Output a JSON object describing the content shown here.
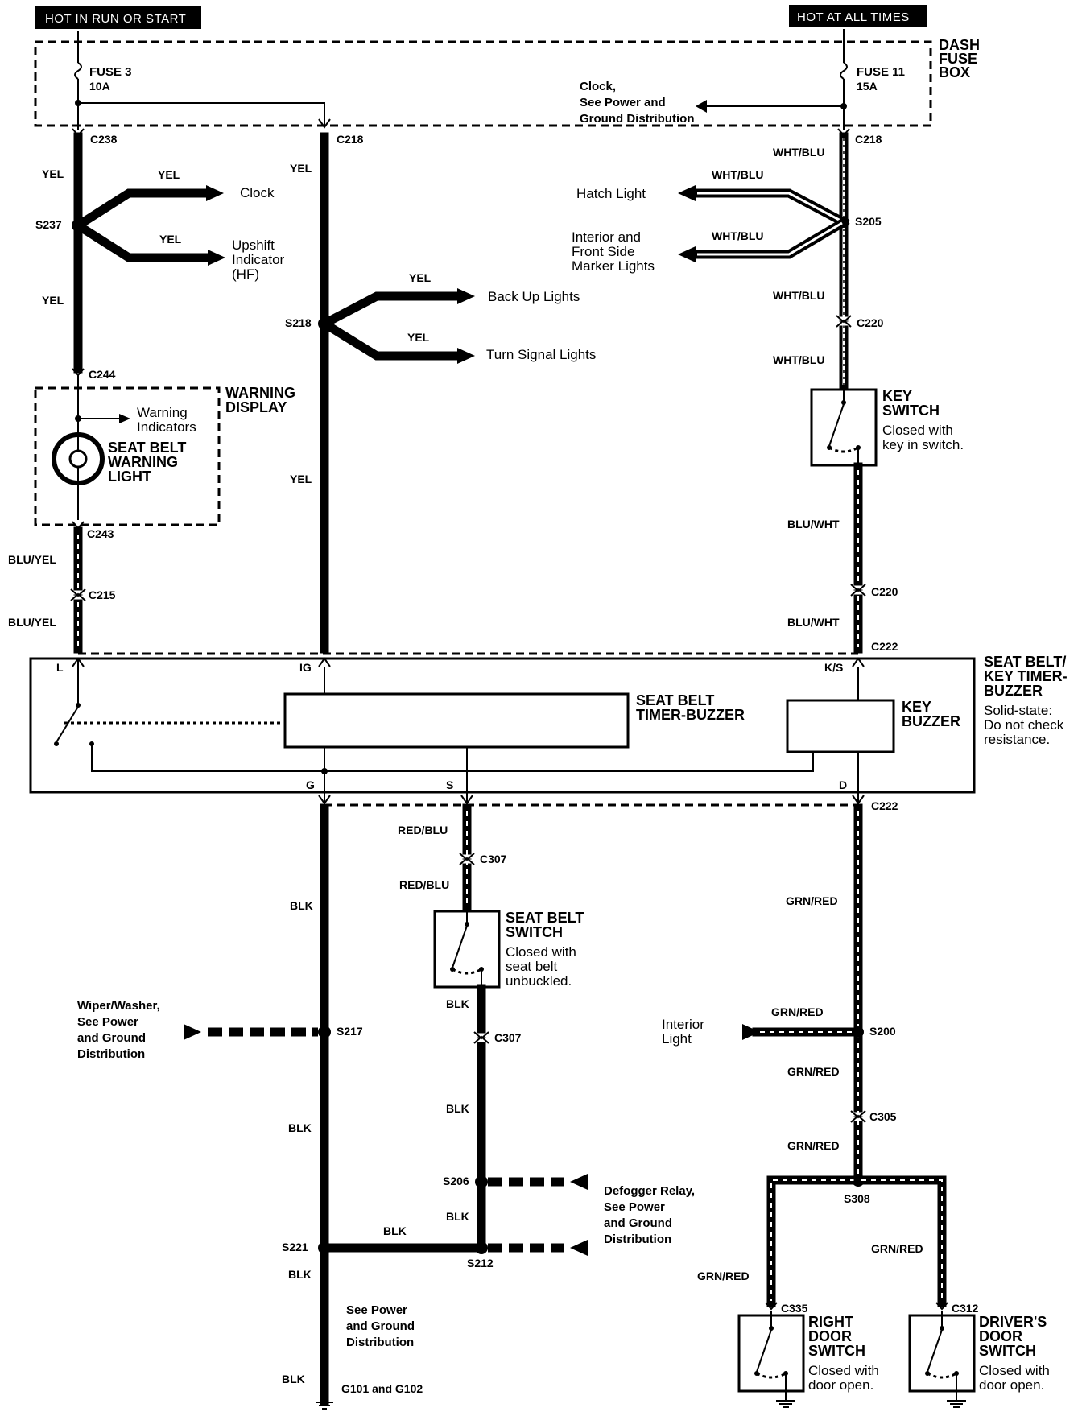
{
  "header": {
    "left_badge": "HOT IN RUN OR START",
    "right_badge": "HOT AT ALL TIMES"
  },
  "fuse_box": {
    "label_line1": "DASH",
    "label_line2": "FUSE",
    "label_line3": "BOX",
    "fuse3_name": "FUSE 3",
    "fuse3_rating": "10A",
    "fuse11_name": "FUSE 11",
    "fuse11_rating": "15A",
    "clock_line1": "Clock,",
    "clock_line2": "See Power and",
    "clock_line3": "Ground Distribution"
  },
  "connectors": {
    "c238": "C238",
    "c218_left": "C218",
    "c218_right": "C218",
    "c244": "C244",
    "c243": "C243",
    "c215": "C215",
    "c220_top": "C220",
    "c220_bottom": "C220",
    "c222_top": "C222",
    "c222_bottom": "C222",
    "c307_top": "C307",
    "c307_bottom": "C307",
    "c305": "C305",
    "c335": "C335",
    "c312": "C312"
  },
  "splices": {
    "s237": "S237",
    "s218": "S218",
    "s205": "S205",
    "s217": "S217",
    "s206": "S206",
    "s212": "S212",
    "s221": "S221",
    "s200": "S200",
    "s308": "S308"
  },
  "wires": {
    "yel_left_top": "YEL",
    "yel_clock": "YEL",
    "yel_upshift": "YEL",
    "yel_left_mid": "YEL",
    "yel_center_top": "YEL",
    "yel_backup": "YEL",
    "yel_turn": "YEL",
    "yel_center_mid": "YEL",
    "blu_yel_1": "BLU/YEL",
    "blu_yel_2": "BLU/YEL",
    "wht_blu_top": "WHT/BLU",
    "wht_blu_hatch": "WHT/BLU",
    "wht_blu_interior": "WHT/BLU",
    "wht_blu_mid": "WHT/BLU",
    "wht_blu_low": "WHT/BLU",
    "blu_wht_1": "BLU/WHT",
    "blu_wht_2": "BLU/WHT",
    "red_blu_1": "RED/BLU",
    "red_blu_2": "RED/BLU",
    "blk_1": "BLK",
    "blk_2": "BLK",
    "blk_3": "BLK",
    "blk_4": "BLK",
    "blk_5": "BLK",
    "blk_6": "BLK",
    "blk_7": "BLK",
    "blk_8": "BLK",
    "grn_red_1": "GRN/RED",
    "grn_red_2": "GRN/RED",
    "grn_red_3": "GRN/RED",
    "grn_red_4": "GRN/RED",
    "grn_red_5": "GRN/RED",
    "grn_red_6": "GRN/RED"
  },
  "destinations": {
    "clock": "Clock",
    "upshift_1": "Upshift",
    "upshift_2": "Indicator",
    "upshift_3": "(HF)",
    "backup": "Back Up Lights",
    "turn": "Turn Signal Lights",
    "hatch": "Hatch Light",
    "interior_1": "Interior and",
    "interior_2": "Front Side",
    "interior_3": "Marker Lights",
    "warning_ind_1": "Warning",
    "warning_ind_2": "Indicators",
    "wiper_1": "Wiper/Washer,",
    "wiper_2": "See Power",
    "wiper_3": "and Ground",
    "wiper_4": "Distribution",
    "defog_1": "Defogger Relay,",
    "defog_2": "See Power",
    "defog_3": "and Ground",
    "defog_4": "Distribution",
    "interior_light_1": "Interior",
    "interior_light_2": "Light",
    "ground_1": "See Power",
    "ground_2": "and Ground",
    "ground_3": "Distribution",
    "ground_points": "G101 and G102"
  },
  "components": {
    "warning_display_1": "WARNING",
    "warning_display_2": "DISPLAY",
    "seat_belt_light_1": "SEAT BELT",
    "seat_belt_light_2": "WARNING",
    "seat_belt_light_3": "LIGHT",
    "key_switch_1": "KEY",
    "key_switch_2": "SWITCH",
    "key_switch_note_1": "Closed with",
    "key_switch_note_2": "key in switch.",
    "module_1": "SEAT BELT/",
    "module_2": "KEY TIMER-",
    "module_3": "BUZZER",
    "module_note_1": "Solid-state:",
    "module_note_2": "Do not check",
    "module_note_3": "resistance.",
    "timer_buzzer_1": "SEAT BELT",
    "timer_buzzer_2": "TIMER-BUZZER",
    "key_buzzer_1": "KEY",
    "key_buzzer_2": "BUZZER",
    "pin_l": "L",
    "pin_ig": "IG",
    "pin_ks": "K/S",
    "pin_g": "G",
    "pin_s": "S",
    "pin_d": "D",
    "belt_switch_1": "SEAT BELT",
    "belt_switch_2": "SWITCH",
    "belt_switch_note_1": "Closed with",
    "belt_switch_note_2": "seat belt",
    "belt_switch_note_3": "unbuckled.",
    "right_door_1": "RIGHT",
    "right_door_2": "DOOR",
    "right_door_3": "SWITCH",
    "right_door_note_1": "Closed with",
    "right_door_note_2": "door open.",
    "driver_door_1": "DRIVER'S",
    "driver_door_2": "DOOR",
    "driver_door_3": "SWITCH",
    "driver_door_note_1": "Closed with",
    "driver_door_note_2": "door open."
  }
}
